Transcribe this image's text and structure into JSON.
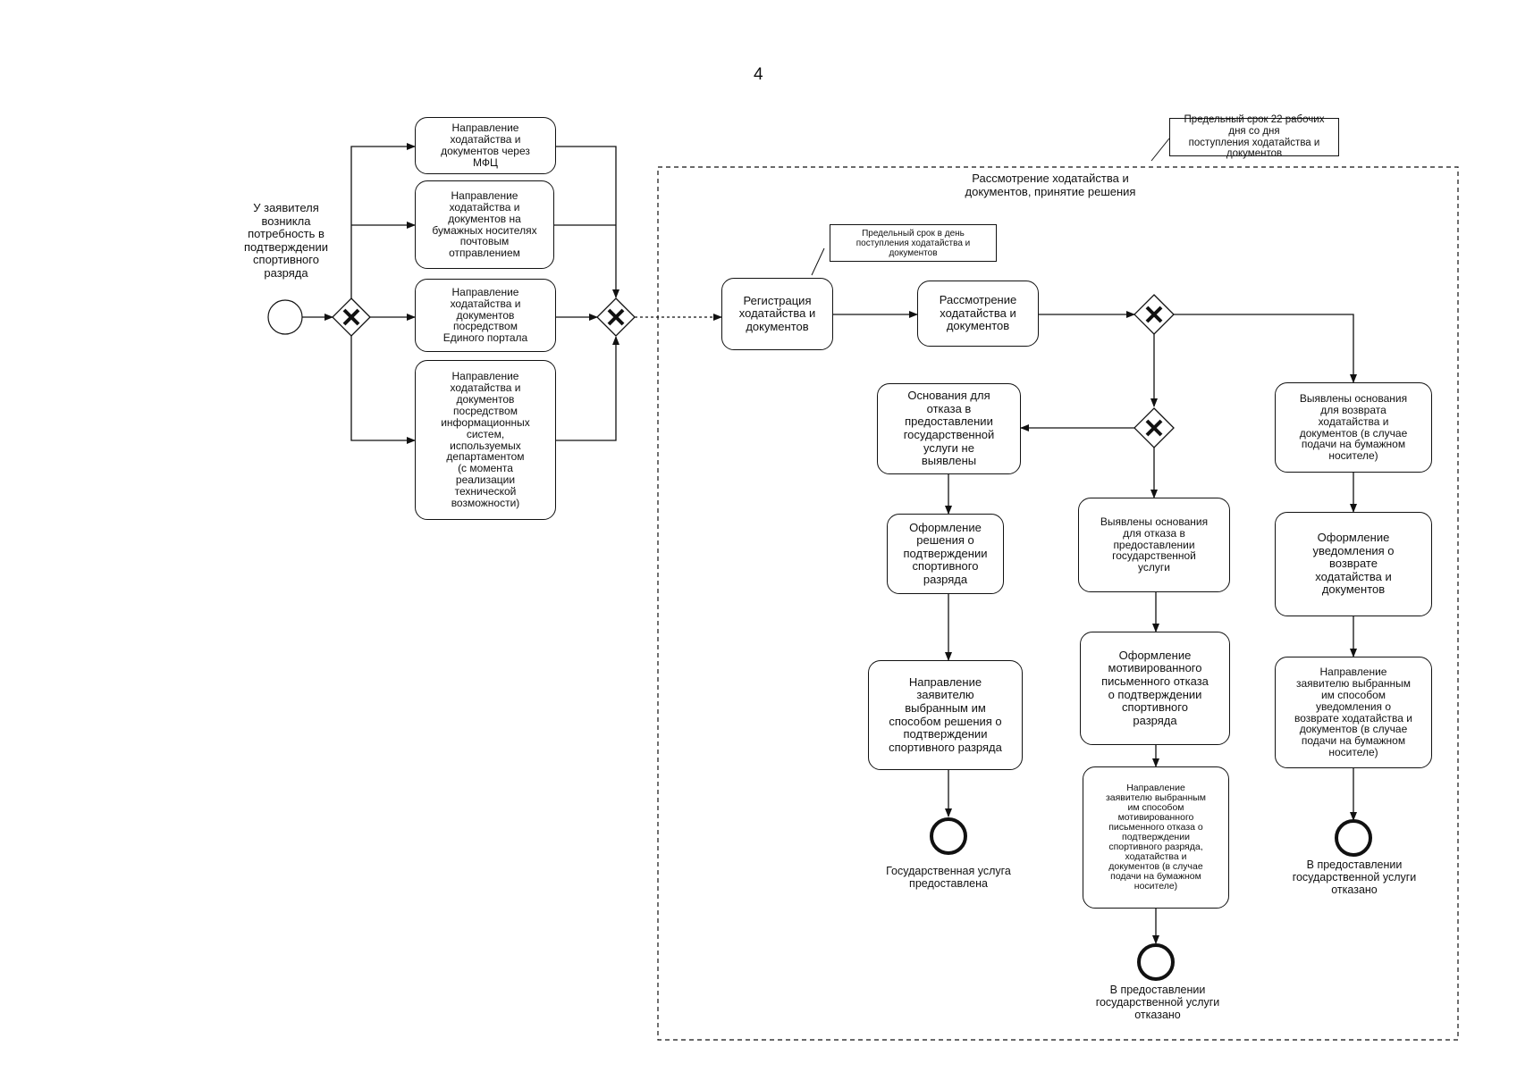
{
  "page_number": "4",
  "start_label": "У заявителя\nвозникла\nпотребность в\nподтверждении\nспортивного\nразряда",
  "channels": {
    "mfc": "Направление\nходатайства и\nдокументов через\nМФЦ",
    "paper": "Направление\nходатайства и\nдокументов на\nбумажных носителях\nпочтовым\nотправлением",
    "portal": "Направление\nходатайства и\nдокументов\nпосредством\nЕдиного портала",
    "info_systems": "Направление\nходатайства и\nдокументов\nпосредством\nинформационных\nсистем,\nиспользуемых\nдепартаментом\n(с момента\nреализации\nтехнической\nвозможности)"
  },
  "review_group_title": "Рассмотрение ходатайства и\nдокументов, принятие решения",
  "deadline_note": "Предельный срок 22 рабочих дня со дня\nпоступления ходатайства и документов",
  "registration_note": "Предельный срок в день\nпоступления ходатайства и\nдокументов",
  "tasks": {
    "registration": "Регистрация\nходатайства и\nдокументов",
    "review": "Рассмотрение\nходатайства и\nдокументов",
    "no_refusal_grounds": "Основания для\nотказа в\nпредоставлении\nгосударственной\nуслуги не\nвыявлены",
    "decision_issue": "Оформление\nрешения о\nподтверждении\nспортивного\nразряда",
    "send_decision": "Направление\nзаявителю\nвыбранным им\nспособом решения о\nподтверждении\nспортивного разряда",
    "refusal_grounds": "Выявлены основания\nдля отказа в\nпредоставлении\nгосударственной\nуслуги",
    "refusal_issue": "Оформление\nмотивированного\nписьменного отказа\nо подтверждении\nспортивного\nразряда",
    "send_refusal": "Направление\nзаявителю выбранным\nим способом\nмотивированного\nписьменного отказа о\nподтверждении\nспортивного разряда,\nходатайства и\nдокументов (в случае\nподачи на бумажном\nносителе)",
    "return_grounds": "Выявлены основания\nдля возврата\nходатайства и\nдокументов (в случае\nподачи на бумажном\nносителе)",
    "return_notice": "Оформление\nуведомления о\nвозврате\nходатайства и\nдокументов",
    "send_return": "Направление\nзаявителю выбранным\nим способом\nуведомления о\nвозврате ходатайства и\nдокументов (в случае\nподачи на бумажном\nносителе)"
  },
  "end_events": {
    "provided": "Государственная услуга\nпредоставлена",
    "refused_middle": "В предоставлении\nгосударственной услуги\nотказано",
    "refused_right": "В предоставлении\nгосударственной услуги\nотказано"
  }
}
